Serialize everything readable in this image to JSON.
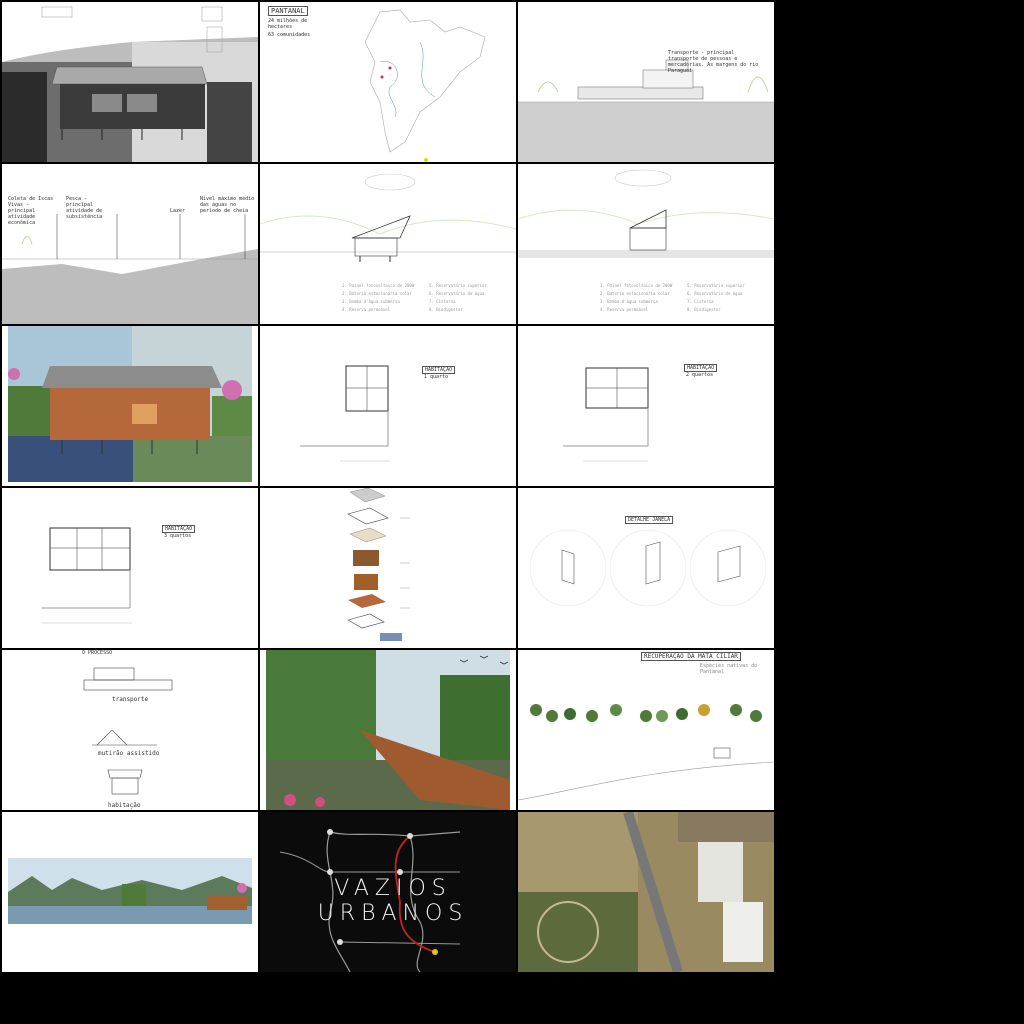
{
  "colors": {
    "background": "#000000",
    "panel": "#ffffff",
    "wood": "#b5683a",
    "water": "#5a7a9a",
    "green": "#4f7a3a",
    "route_red": "#c62020"
  },
  "tiles": {
    "t2": {
      "title": "PANTANAL",
      "stat1": "24 milhões de hectares",
      "stat2": "63 comunidades"
    },
    "t3": {
      "note": "Transporte - principal transporte de pessoas e mercadorias. As margens do rio Paraguai"
    },
    "t4": {
      "label1": "Coleta de Iscas Vivas - principal atividade econômica",
      "label2": "Pesca - principal atividade de subsistência",
      "label3": "Lazer",
      "label4": "Nível máximo médio das águas no período de cheia"
    },
    "t5": {
      "legend": [
        "1. Painel fotovoltaico de 200W",
        "2. Bateria estacionária solar",
        "3. Bomba d'água submersa",
        "4. Reserva permeável",
        "5. Reservatório superior",
        "6. Reservatório de água",
        "7. Cisterna",
        "8. Biodigestor"
      ]
    },
    "t6": {
      "legend": [
        "1. Painel fotovoltaico de 200W",
        "2. Bateria estacionária solar",
        "3. Bomba d'água submersa",
        "4. Reserva permeável",
        "5. Reservatório superior",
        "6. Reservatório de água",
        "7. Cisterna",
        "8. Biodigestor"
      ]
    },
    "t8": {
      "title": "HABITAÇÃO",
      "subtitle": "1 quarto"
    },
    "t9": {
      "title": "HABITAÇÃO",
      "subtitle": "2 quartos"
    },
    "t10": {
      "title": "HABITAÇÃO",
      "subtitle": "3 quartos"
    },
    "t12": {
      "title": "DETALHE JANELA"
    },
    "t13": {
      "title": "O PROCESSO",
      "step1": "transporte",
      "step2": "mutirão assistido",
      "step3": "habitação"
    },
    "t15": {
      "title": "RECUPERAÇÃO DA MATA CILIAR",
      "subtitle": "Espécies nativas do Pantanal"
    },
    "t17": {
      "title": "VAZIOS URBANOS"
    }
  },
  "icons": [
    "house-icon",
    "tree-icon",
    "bird-icon",
    "boat-icon",
    "map-icon"
  ]
}
